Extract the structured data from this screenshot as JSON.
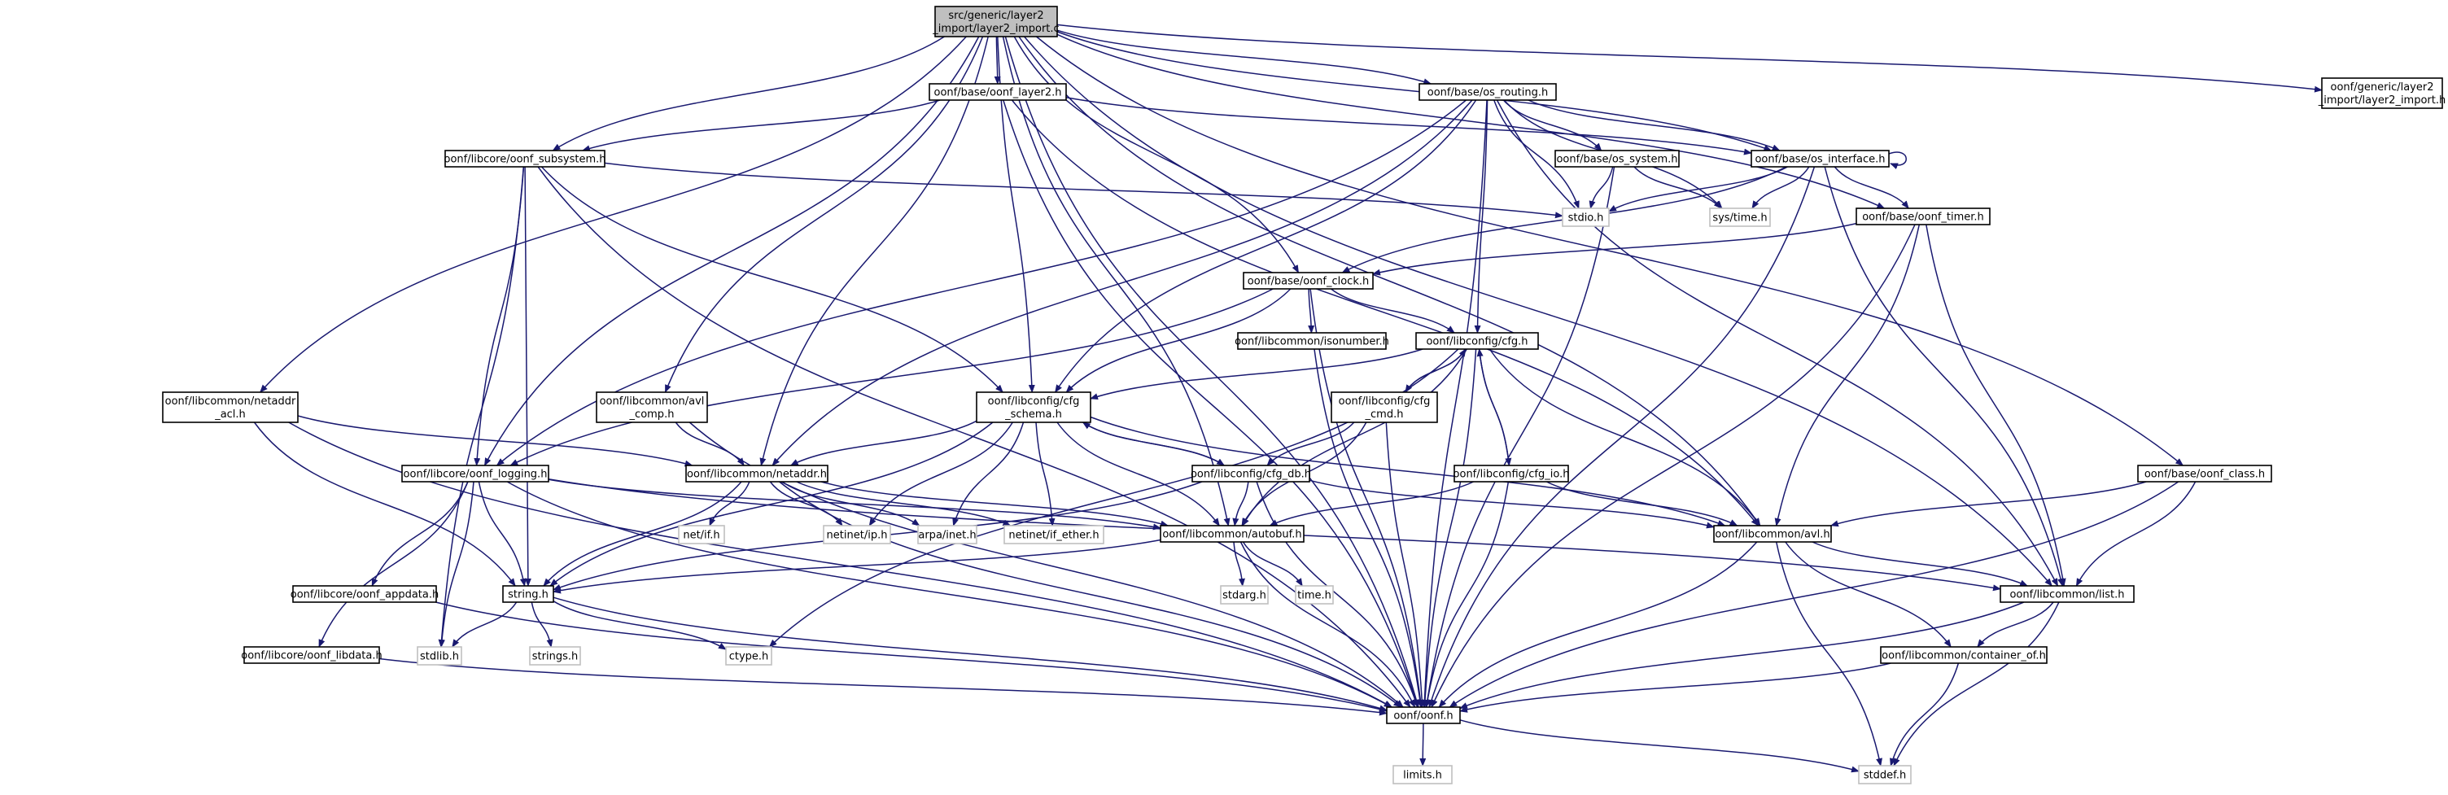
{
  "colors": {
    "edge": "#191970",
    "node_border": "#000000",
    "missing_border": "#bfbfbf",
    "root_fill": "#bfbfbf",
    "node_fill": "#ffffff",
    "text": "#000000"
  },
  "graph": {
    "nodes": [
      {
        "id": "root",
        "lines": [
          "src/generic/layer2",
          "_import/layer2_import.c"
        ],
        "kind": "root"
      },
      {
        "id": "layer2_import_h",
        "lines": [
          "oonf/generic/layer2",
          "_import/layer2_import.h"
        ],
        "kind": "normal"
      },
      {
        "id": "oonf_layer2_h",
        "lines": [
          "oonf/base/oonf_layer2.h"
        ],
        "kind": "normal"
      },
      {
        "id": "os_routing_h",
        "lines": [
          "oonf/base/os_routing.h"
        ],
        "kind": "normal"
      },
      {
        "id": "oonf_subsystem_h",
        "lines": [
          "oonf/libcore/oonf_subsystem.h"
        ],
        "kind": "normal"
      },
      {
        "id": "os_system_h",
        "lines": [
          "oonf/base/os_system.h"
        ],
        "kind": "normal"
      },
      {
        "id": "os_interface_h",
        "lines": [
          "oonf/base/os_interface.h"
        ],
        "kind": "normal"
      },
      {
        "id": "stdio_h",
        "lines": [
          "stdio.h"
        ],
        "kind": "missing"
      },
      {
        "id": "systime_h",
        "lines": [
          "sys/time.h"
        ],
        "kind": "missing"
      },
      {
        "id": "oonf_timer_h",
        "lines": [
          "oonf/base/oonf_timer.h"
        ],
        "kind": "normal"
      },
      {
        "id": "oonf_clock_h",
        "lines": [
          "oonf/base/oonf_clock.h"
        ],
        "kind": "normal"
      },
      {
        "id": "isonumber_h",
        "lines": [
          "oonf/libcommon/isonumber.h"
        ],
        "kind": "normal"
      },
      {
        "id": "cfg_h",
        "lines": [
          "oonf/libconfig/cfg.h"
        ],
        "kind": "normal"
      },
      {
        "id": "netaddr_acl_h",
        "lines": [
          "oonf/libcommon/netaddr",
          "_acl.h"
        ],
        "kind": "normal"
      },
      {
        "id": "avl_comp_h",
        "lines": [
          "oonf/libcommon/avl",
          "_comp.h"
        ],
        "kind": "normal"
      },
      {
        "id": "cfg_schema_h",
        "lines": [
          "oonf/libconfig/cfg",
          "_schema.h"
        ],
        "kind": "normal"
      },
      {
        "id": "cfg_cmd_h",
        "lines": [
          "oonf/libconfig/cfg",
          "_cmd.h"
        ],
        "kind": "normal"
      },
      {
        "id": "oonf_logging_h",
        "lines": [
          "oonf/libcore/oonf_logging.h"
        ],
        "kind": "normal"
      },
      {
        "id": "netaddr_h",
        "lines": [
          "oonf/libcommon/netaddr.h"
        ],
        "kind": "normal"
      },
      {
        "id": "cfg_db_h",
        "lines": [
          "oonf/libconfig/cfg_db.h"
        ],
        "kind": "normal"
      },
      {
        "id": "cfg_io_h",
        "lines": [
          "oonf/libconfig/cfg_io.h"
        ],
        "kind": "normal"
      },
      {
        "id": "oonf_class_h",
        "lines": [
          "oonf/base/oonf_class.h"
        ],
        "kind": "normal"
      },
      {
        "id": "netif_h",
        "lines": [
          "net/if.h"
        ],
        "kind": "missing"
      },
      {
        "id": "netinet_ip_h",
        "lines": [
          "netinet/ip.h"
        ],
        "kind": "missing"
      },
      {
        "id": "arpa_inet_h",
        "lines": [
          "arpa/inet.h"
        ],
        "kind": "missing"
      },
      {
        "id": "if_ether_h",
        "lines": [
          "netinet/if_ether.h"
        ],
        "kind": "missing"
      },
      {
        "id": "autobuf_h",
        "lines": [
          "oonf/libcommon/autobuf.h"
        ],
        "kind": "normal"
      },
      {
        "id": "avl_h",
        "lines": [
          "oonf/libcommon/avl.h"
        ],
        "kind": "normal"
      },
      {
        "id": "appdata_h",
        "lines": [
          "oonf/libcore/oonf_appdata.h"
        ],
        "kind": "normal"
      },
      {
        "id": "string_h",
        "lines": [
          "string.h"
        ],
        "kind": "normal"
      },
      {
        "id": "stdarg_h",
        "lines": [
          "stdarg.h"
        ],
        "kind": "missing"
      },
      {
        "id": "time_h",
        "lines": [
          "time.h"
        ],
        "kind": "missing"
      },
      {
        "id": "list_h",
        "lines": [
          "oonf/libcommon/list.h"
        ],
        "kind": "normal"
      },
      {
        "id": "strings_h",
        "lines": [
          "strings.h"
        ],
        "kind": "missing"
      },
      {
        "id": "stdlib_h",
        "lines": [
          "stdlib.h"
        ],
        "kind": "missing"
      },
      {
        "id": "ctype_h",
        "lines": [
          "ctype.h"
        ],
        "kind": "missing"
      },
      {
        "id": "libdata_h",
        "lines": [
          "oonf/libcore/oonf_libdata.h"
        ],
        "kind": "normal"
      },
      {
        "id": "container_of_h",
        "lines": [
          "oonf/libcommon/container_of.h"
        ],
        "kind": "normal"
      },
      {
        "id": "oonf_h",
        "lines": [
          "oonf/oonf.h"
        ],
        "kind": "normal"
      },
      {
        "id": "limits_h",
        "lines": [
          "limits.h"
        ],
        "kind": "missing"
      },
      {
        "id": "stddef_h",
        "lines": [
          "stddef.h"
        ],
        "kind": "missing"
      }
    ],
    "edges": [
      [
        "root",
        "layer2_import_h"
      ],
      [
        "root",
        "oonf_layer2_h"
      ],
      [
        "root",
        "os_routing_h"
      ],
      [
        "root",
        "oonf_subsystem_h"
      ],
      [
        "root",
        "os_interface_h"
      ],
      [
        "root",
        "oonf_timer_h"
      ],
      [
        "root",
        "oonf_clock_h"
      ],
      [
        "root",
        "netaddr_acl_h"
      ],
      [
        "root",
        "avl_comp_h"
      ],
      [
        "root",
        "cfg_schema_h"
      ],
      [
        "root",
        "oonf_logging_h"
      ],
      [
        "root",
        "netaddr_h"
      ],
      [
        "root",
        "autobuf_h"
      ],
      [
        "root",
        "avl_h"
      ],
      [
        "root",
        "list_h"
      ],
      [
        "root",
        "oonf_class_h"
      ],
      [
        "root",
        "oonf_h"
      ],
      [
        "oonf_layer2_h",
        "oonf_subsystem_h"
      ],
      [
        "oonf_layer2_h",
        "os_interface_h"
      ],
      [
        "oonf_layer2_h",
        "avl_h"
      ],
      [
        "oonf_layer2_h",
        "oonf_h"
      ],
      [
        "os_routing_h",
        "os_system_h"
      ],
      [
        "os_routing_h",
        "os_interface_h"
      ],
      [
        "os_routing_h",
        "stdio_h"
      ],
      [
        "os_routing_h",
        "systime_h"
      ],
      [
        "os_routing_h",
        "cfg_h"
      ],
      [
        "os_routing_h",
        "cfg_schema_h"
      ],
      [
        "os_routing_h",
        "oonf_logging_h"
      ],
      [
        "os_routing_h",
        "netaddr_h"
      ],
      [
        "os_routing_h",
        "list_h"
      ],
      [
        "os_routing_h",
        "oonf_h"
      ],
      [
        "oonf_subsystem_h",
        "stdio_h"
      ],
      [
        "oonf_subsystem_h",
        "cfg_schema_h"
      ],
      [
        "oonf_subsystem_h",
        "oonf_logging_h"
      ],
      [
        "oonf_subsystem_h",
        "string_h"
      ],
      [
        "oonf_subsystem_h",
        "stdlib_h"
      ],
      [
        "oonf_subsystem_h",
        "oonf_h"
      ],
      [
        "os_system_h",
        "stdio_h"
      ],
      [
        "os_system_h",
        "systime_h"
      ],
      [
        "os_system_h",
        "oonf_h"
      ],
      [
        "os_interface_h",
        "os_interface_h"
      ],
      [
        "os_interface_h",
        "stdio_h"
      ],
      [
        "os_interface_h",
        "systime_h"
      ],
      [
        "os_interface_h",
        "oonf_timer_h"
      ],
      [
        "os_interface_h",
        "oonf_clock_h"
      ],
      [
        "os_interface_h",
        "list_h"
      ],
      [
        "os_interface_h",
        "oonf_h"
      ],
      [
        "oonf_timer_h",
        "oonf_clock_h"
      ],
      [
        "oonf_timer_h",
        "avl_h"
      ],
      [
        "oonf_timer_h",
        "list_h"
      ],
      [
        "oonf_timer_h",
        "oonf_h"
      ],
      [
        "oonf_clock_h",
        "isonumber_h"
      ],
      [
        "oonf_clock_h",
        "cfg_h"
      ],
      [
        "oonf_clock_h",
        "cfg_schema_h"
      ],
      [
        "oonf_clock_h",
        "oonf_logging_h"
      ],
      [
        "oonf_clock_h",
        "oonf_h"
      ],
      [
        "isonumber_h",
        "oonf_h"
      ],
      [
        "cfg_h",
        "cfg_schema_h"
      ],
      [
        "cfg_h",
        "cfg_cmd_h"
      ],
      [
        "cfg_h",
        "cfg_io_h"
      ],
      [
        "cfg_h",
        "autobuf_h"
      ],
      [
        "cfg_h",
        "avl_h"
      ],
      [
        "cfg_h",
        "ctype_h"
      ],
      [
        "cfg_h",
        "oonf_h"
      ],
      [
        "netaddr_acl_h",
        "netaddr_h"
      ],
      [
        "netaddr_acl_h",
        "string_h"
      ],
      [
        "netaddr_acl_h",
        "oonf_h"
      ],
      [
        "avl_comp_h",
        "netaddr_h"
      ],
      [
        "avl_comp_h",
        "oonf_h"
      ],
      [
        "cfg_schema_h",
        "netaddr_h"
      ],
      [
        "cfg_schema_h",
        "cfg_db_h"
      ],
      [
        "cfg_schema_h",
        "netinet_ip_h"
      ],
      [
        "cfg_schema_h",
        "arpa_inet_h"
      ],
      [
        "cfg_schema_h",
        "if_ether_h"
      ],
      [
        "cfg_schema_h",
        "autobuf_h"
      ],
      [
        "cfg_schema_h",
        "avl_h"
      ],
      [
        "cfg_schema_h",
        "string_h"
      ],
      [
        "cfg_cmd_h",
        "cfg_h"
      ],
      [
        "cfg_cmd_h",
        "cfg_db_h"
      ],
      [
        "cfg_cmd_h",
        "autobuf_h"
      ],
      [
        "cfg_cmd_h",
        "oonf_h"
      ],
      [
        "oonf_logging_h",
        "autobuf_h"
      ],
      [
        "oonf_logging_h",
        "appdata_h"
      ],
      [
        "oonf_logging_h",
        "libdata_h"
      ],
      [
        "oonf_logging_h",
        "string_h"
      ],
      [
        "oonf_logging_h",
        "stdlib_h"
      ],
      [
        "oonf_logging_h",
        "list_h"
      ],
      [
        "oonf_logging_h",
        "oonf_h"
      ],
      [
        "netaddr_h",
        "netif_h"
      ],
      [
        "netaddr_h",
        "netinet_ip_h"
      ],
      [
        "netaddr_h",
        "arpa_inet_h"
      ],
      [
        "netaddr_h",
        "if_ether_h"
      ],
      [
        "netaddr_h",
        "autobuf_h"
      ],
      [
        "netaddr_h",
        "string_h"
      ],
      [
        "netaddr_h",
        "oonf_h"
      ],
      [
        "cfg_db_h",
        "cfg_schema_h"
      ],
      [
        "cfg_db_h",
        "autobuf_h"
      ],
      [
        "cfg_db_h",
        "avl_h"
      ],
      [
        "cfg_db_h",
        "string_h"
      ],
      [
        "cfg_db_h",
        "oonf_h"
      ],
      [
        "cfg_io_h",
        "cfg_h"
      ],
      [
        "cfg_io_h",
        "autobuf_h"
      ],
      [
        "cfg_io_h",
        "avl_h"
      ],
      [
        "cfg_io_h",
        "oonf_h"
      ],
      [
        "oonf_class_h",
        "avl_h"
      ],
      [
        "oonf_class_h",
        "list_h"
      ],
      [
        "oonf_class_h",
        "oonf_h"
      ],
      [
        "autobuf_h",
        "string_h"
      ],
      [
        "autobuf_h",
        "stdarg_h"
      ],
      [
        "autobuf_h",
        "time_h"
      ],
      [
        "autobuf_h",
        "oonf_h"
      ],
      [
        "avl_h",
        "list_h"
      ],
      [
        "avl_h",
        "container_of_h"
      ],
      [
        "avl_h",
        "stddef_h"
      ],
      [
        "avl_h",
        "oonf_h"
      ],
      [
        "appdata_h",
        "oonf_h"
      ],
      [
        "libdata_h",
        "oonf_h"
      ],
      [
        "string_h",
        "strings_h"
      ],
      [
        "string_h",
        "stdlib_h"
      ],
      [
        "string_h",
        "ctype_h"
      ],
      [
        "string_h",
        "oonf_h"
      ],
      [
        "list_h",
        "container_of_h"
      ],
      [
        "list_h",
        "stddef_h"
      ],
      [
        "list_h",
        "oonf_h"
      ],
      [
        "container_of_h",
        "stddef_h"
      ],
      [
        "container_of_h",
        "oonf_h"
      ],
      [
        "oonf_h",
        "limits_h"
      ],
      [
        "oonf_h",
        "stddef_h"
      ]
    ]
  }
}
